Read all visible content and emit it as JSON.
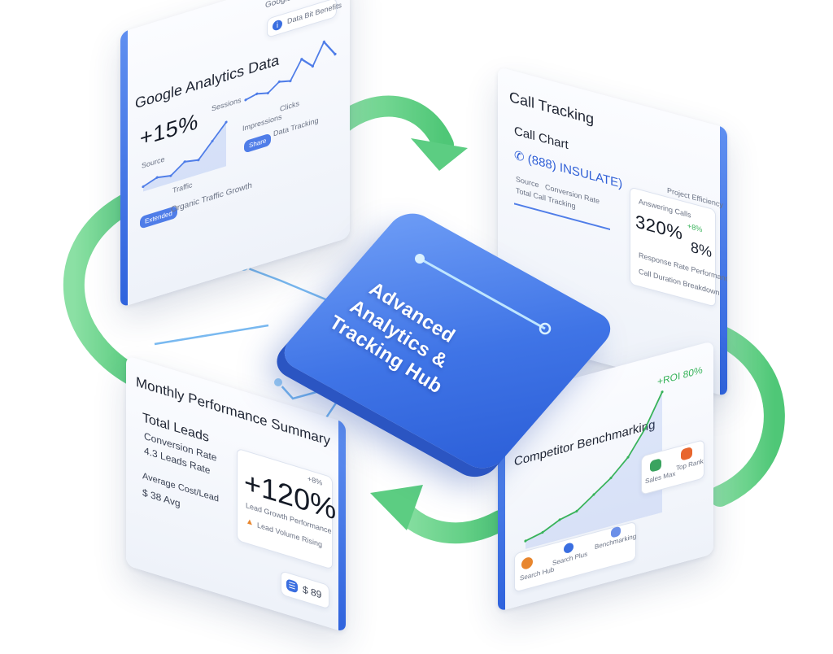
{
  "hub": {
    "line1": "Advanced",
    "line2": "Analytics &",
    "line3": "Tracking Hub"
  },
  "ga_panel": {
    "title": "Google Analytics Data",
    "search_console": "Google Search Console",
    "chip_label": "Data Bit Benefits",
    "metric": "+15%",
    "legend_sessions": "Sessions",
    "axis_a": "Source",
    "axis_b": "Traffic",
    "badge_left": "Extended",
    "organic_label": "Organic Traffic Growth",
    "right_label": "Impressions",
    "right_small": "Clicks",
    "pill_right": "Share",
    "caption_right": "Data Tracking"
  },
  "call_panel": {
    "title": "Call Tracking",
    "subtitle": "Call Chart",
    "phone": "(888) INSULATE)",
    "row1_a": "Source",
    "row1_b": "Conversion Rate",
    "row2": "Total Call Tracking",
    "right_header": "Project Efficiency",
    "answering": "Answering Calls",
    "pct_main": "320%",
    "pct_side": "+8%",
    "pct_small": "8%",
    "footer_1": "Response Rate Performance",
    "footer_2": "Call Duration Breakdown"
  },
  "monthly_panel": {
    "title": "Monthly Performance Summary",
    "total_leads": "Total Leads",
    "conv_rate": "Conversion Rate",
    "conv_value": "4.3 Leads Rate",
    "avg_cost": "Average Cost/Lead",
    "avg_value": "$ 38 Avg",
    "big_metric": "+120%",
    "big_caption": "Lead Growth Performance",
    "small_pct": "+8%",
    "trend_caption": "Lead Volume Rising",
    "chip_value": "$ 89"
  },
  "comp_panel": {
    "title": "Competitor Benchmarking",
    "roi": "+ROI 80%",
    "item1": "Search Hub",
    "item2": "Search Plus",
    "item3": "Benchmarking",
    "item4": "Sales Max",
    "item5": "Top Rank"
  },
  "colors": {
    "accent_blue": "#3f74e6",
    "green_arrow": "#6dd68f",
    "trend_green": "#38b35a",
    "connector": "#79b9f0"
  },
  "chart_data": [
    {
      "type": "area",
      "series": [
        {
          "values": [
            2,
            4,
            3,
            7,
            6,
            12,
            18
          ]
        }
      ]
    },
    {
      "type": "line",
      "series": [
        {
          "values": [
            5,
            6,
            5,
            8,
            7,
            14,
            10,
            18,
            12
          ]
        }
      ]
    },
    {
      "type": "area",
      "series": [
        {
          "values": [
            2,
            3,
            5,
            6,
            9,
            12,
            16,
            22,
            30
          ]
        }
      ]
    }
  ]
}
